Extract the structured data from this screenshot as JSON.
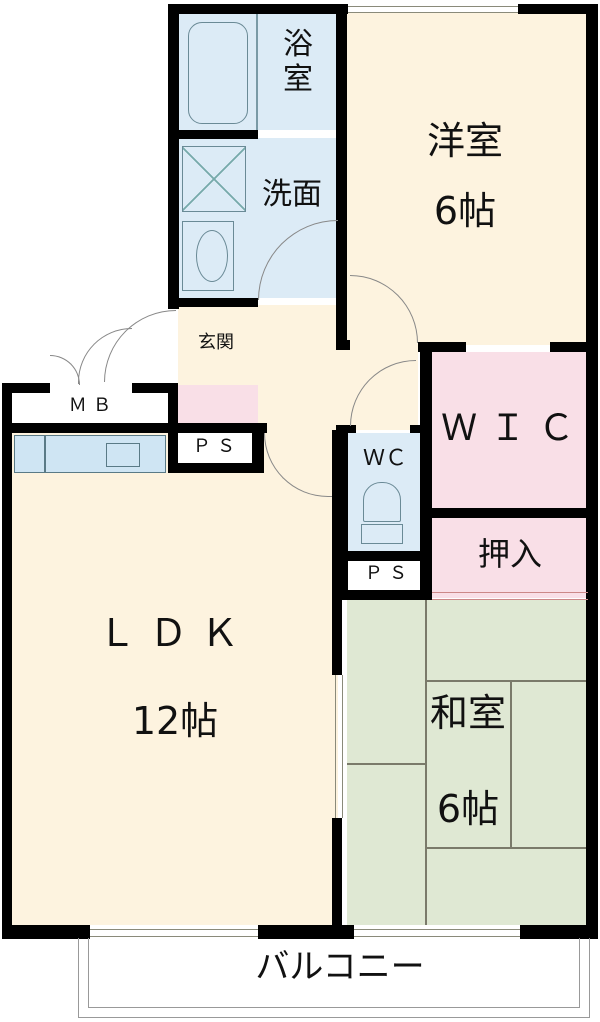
{
  "floorplan": {
    "rooms": {
      "bath": {
        "label": "浴室",
        "line1": "浴",
        "line2": "室"
      },
      "washroom": {
        "label": "洗面"
      },
      "western_room": {
        "name": "洋室",
        "size": "6帖"
      },
      "entrance": {
        "label": "玄関"
      },
      "mb": {
        "label": "ＭＢ"
      },
      "ps_left": {
        "label": "ＰＳ"
      },
      "ps_right": {
        "label": "ＰＳ"
      },
      "wc": {
        "label": "ＷＣ"
      },
      "wic": {
        "label": "ＷＩＣ"
      },
      "closet": {
        "label": "押入"
      },
      "ldk": {
        "name": "ＬＤＫ",
        "size": "12帖"
      },
      "japanese_room": {
        "name": "和室",
        "size": "6帖"
      },
      "balcony": {
        "label": "バルコニー"
      }
    },
    "colors": {
      "wall": "#000000",
      "living": "#fdf3df",
      "wet_area": "#dcebf6",
      "storage": "#f9dfe7",
      "tatami": "#dfe8d3"
    }
  }
}
